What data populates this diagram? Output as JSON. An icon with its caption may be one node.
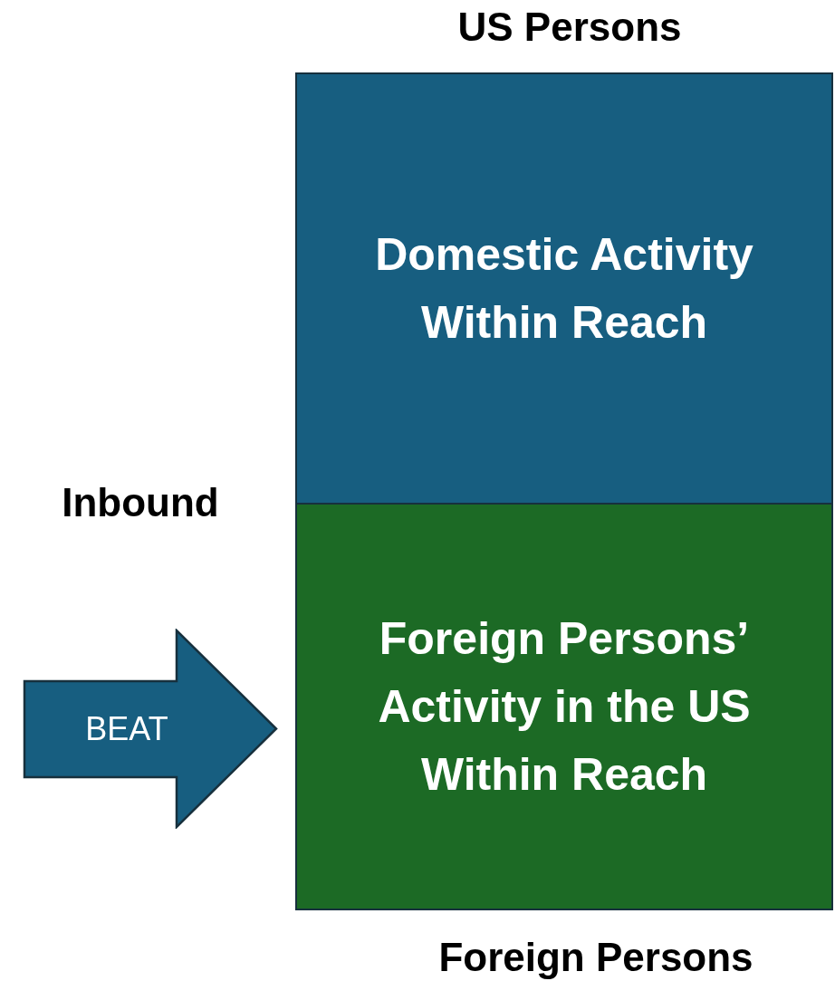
{
  "diagram": {
    "nodes": [
      {
        "text": [
          "Domestic Activity Within Reach"
        ]
      },
      {
        "text": [
          "Foreign Persons’ Activity in the US Within Reach"
        ]
      },
      {
        "text": [
          "BEAT"
        ]
      }
    ],
    "labels": [
      "US Persons",
      "Inbound",
      "Foreign Persons"
    ]
  }
}
